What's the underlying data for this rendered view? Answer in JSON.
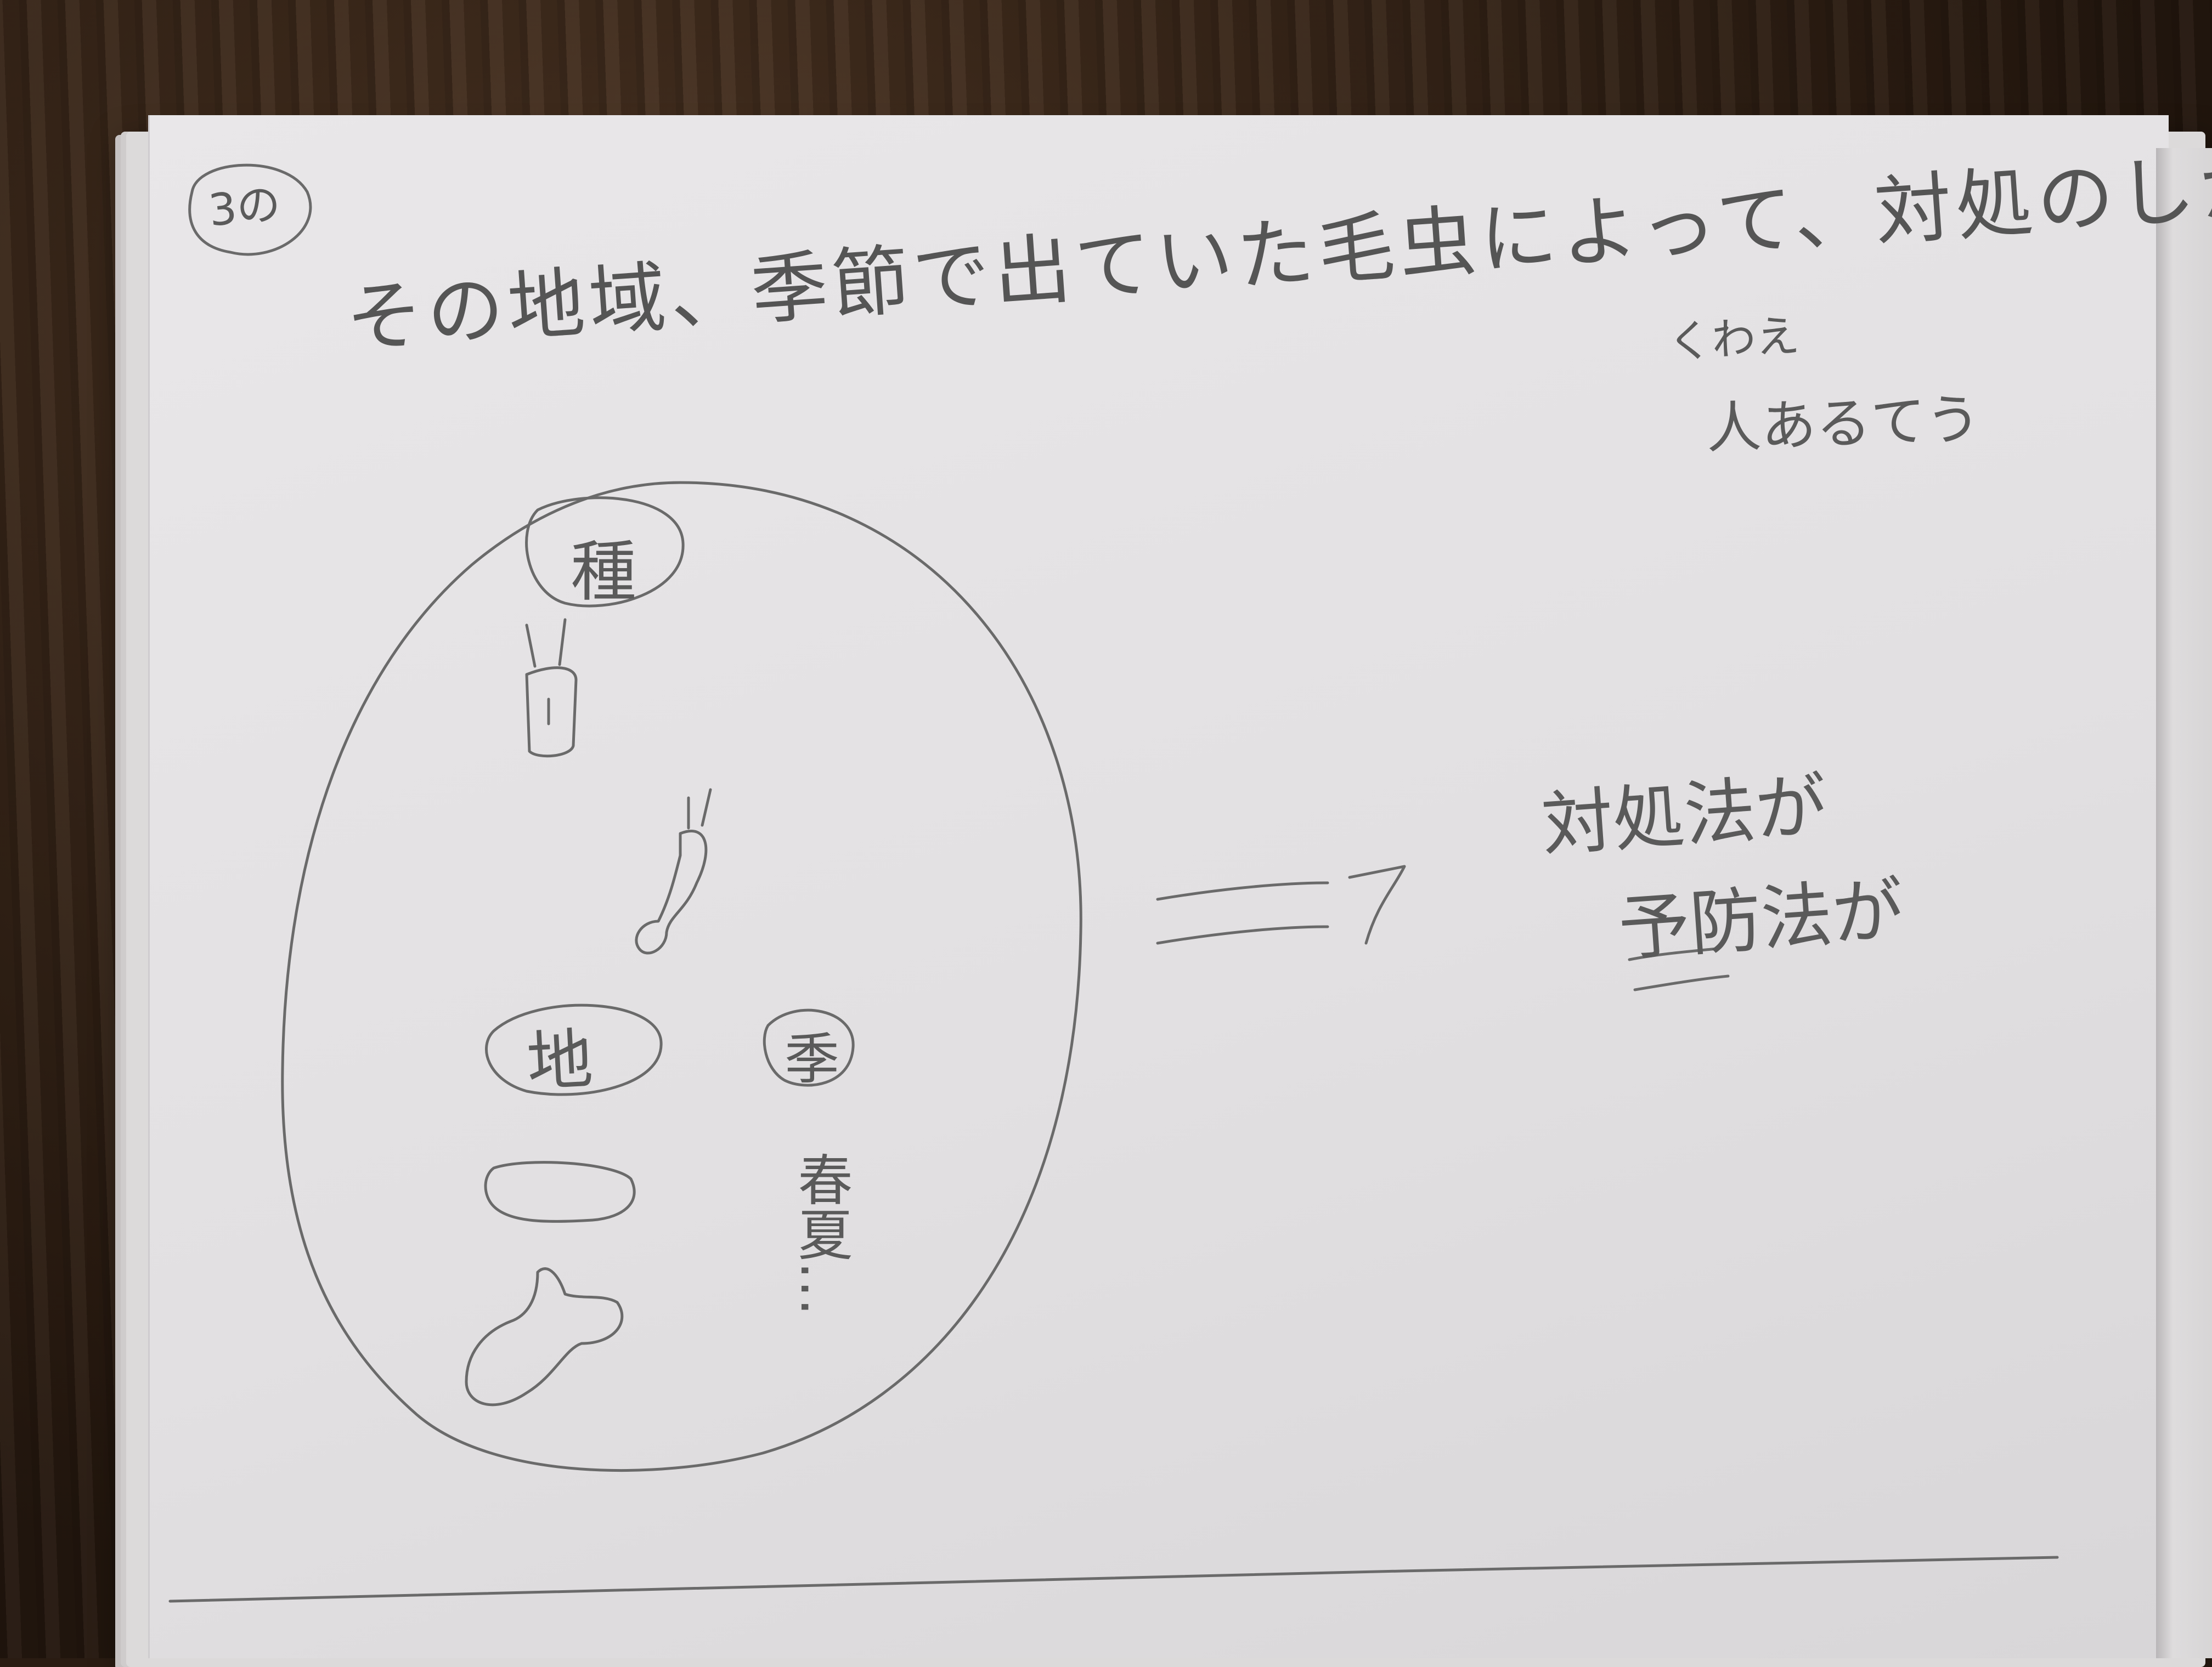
{
  "notebook": {
    "page_marker": "3の",
    "heading": "その地域、季節で出ていた毛虫によって、対処のしかたによって",
    "aside_line1": "くわえ",
    "aside_line2": "人あるてう",
    "circle_top": "種",
    "circle_left": "地",
    "circle_right": "季",
    "season_text": "春夏…",
    "arrow_text": "=>",
    "right_line1": "対処法が",
    "right_line2": "予防法が"
  }
}
